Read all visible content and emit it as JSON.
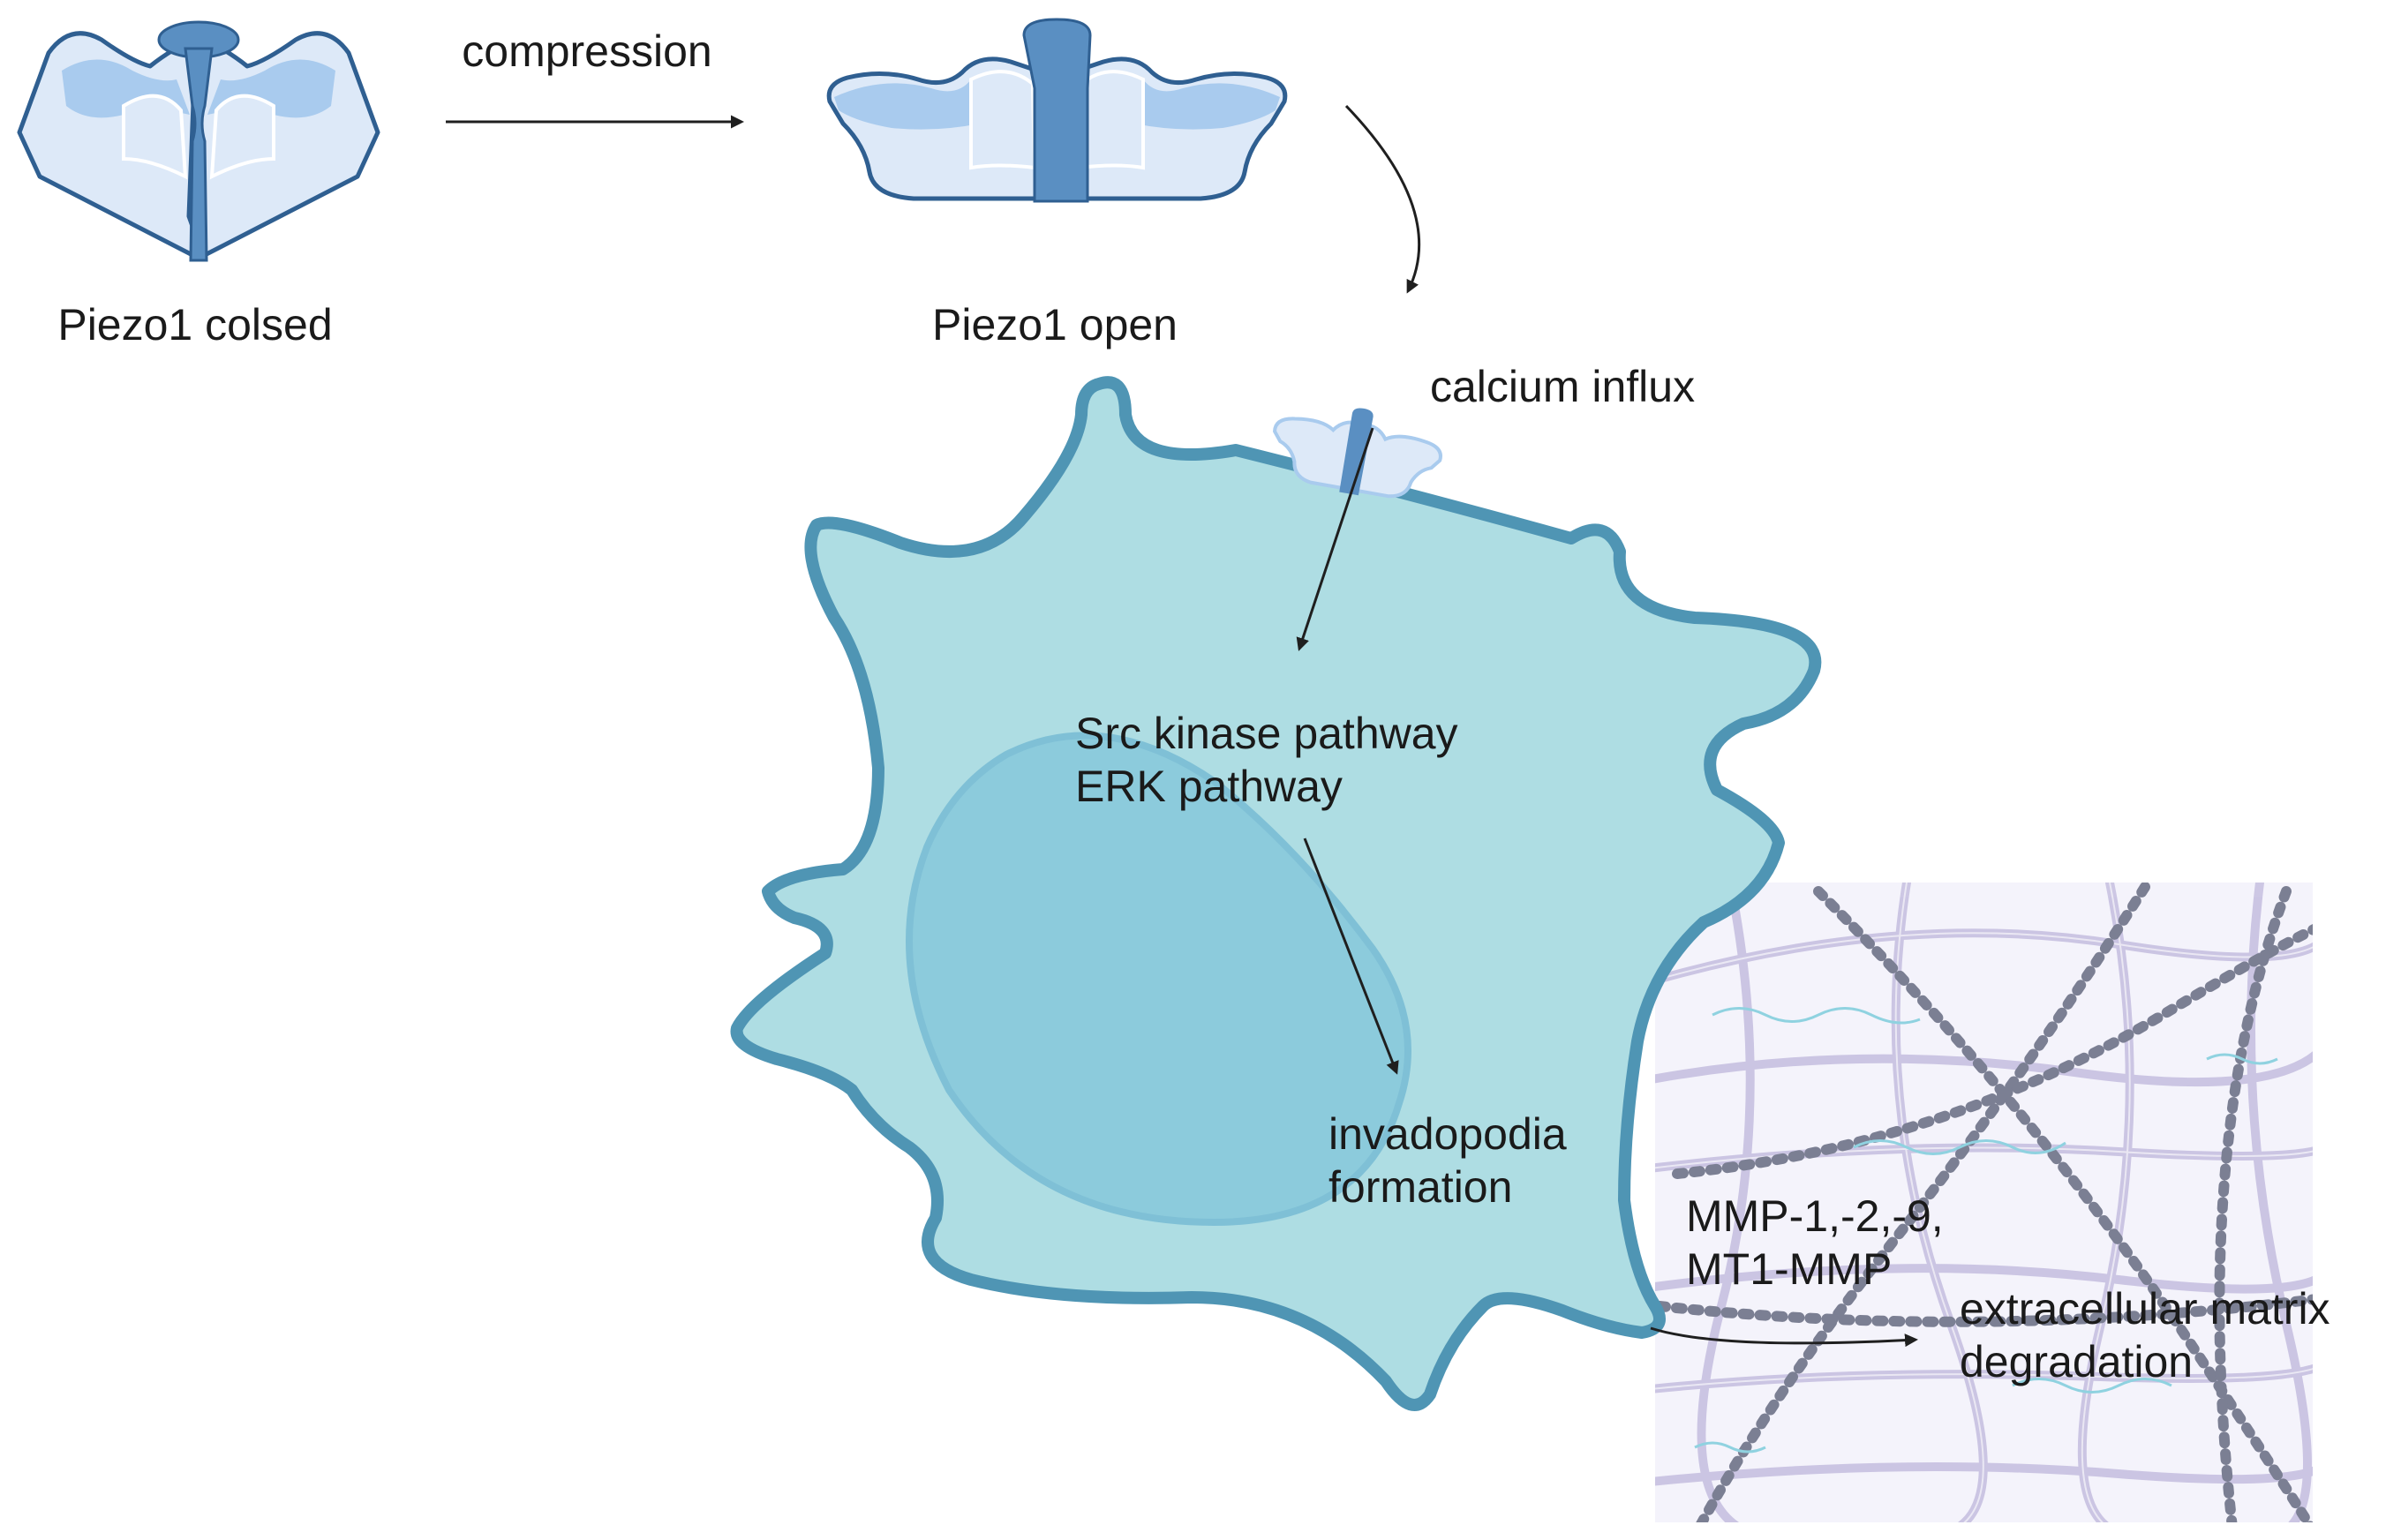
{
  "labels": {
    "piezo_closed": "Piezo1 colsed",
    "compression": "compression",
    "piezo_open": "Piezo1 open",
    "calcium_influx": "calcium influx",
    "pathway_line1": "Src kinase pathway",
    "pathway_line2": "ERK pathway",
    "invadopodia_line1": "invadopodia",
    "invadopodia_line2": "formation",
    "mmp_line1": "MMP-1,-2,-9,",
    "mmp_line2": "MT1-MMP",
    "ecm_line1": "extracellular matrix",
    "ecm_line2": "degradation"
  },
  "colors": {
    "channel_light": "#dde9f8",
    "channel_mid": "#a9cbee",
    "channel_pore": "#5a8fc2",
    "channel_outline": "#2f5f91",
    "cell_fill": "#aedde3",
    "cell_outline": "#4f95b4",
    "nucleus_fill": "#8ccbdc",
    "ecm_fiber": "#c5bedf",
    "ecm_dots": "#7b7f93",
    "ecm_cyan": "#8fd2e0",
    "arrow": "#1f1f1f",
    "text": "#1a1a1a"
  }
}
